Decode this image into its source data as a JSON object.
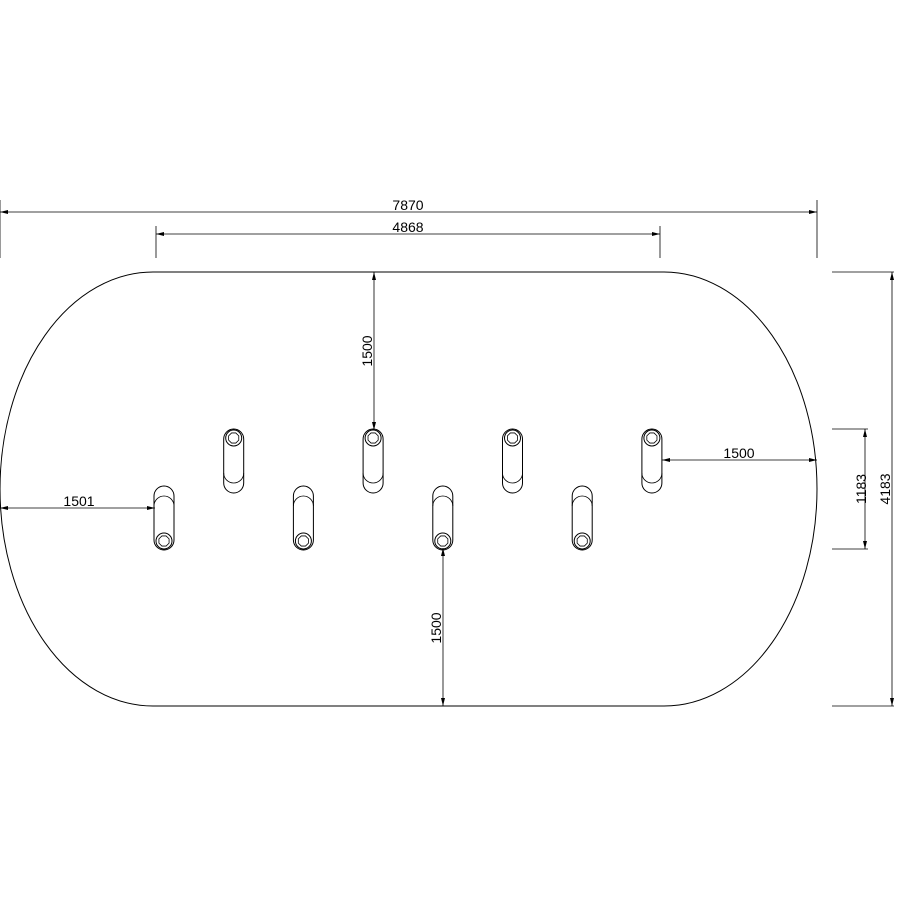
{
  "dimensions": {
    "overall_width": "7870",
    "inner_width": "4868",
    "overall_height": "4183",
    "post_rows_spacing": "1183",
    "top_offset": "1500",
    "bottom_offset": "1500",
    "left_offset": "1501",
    "right_offset": "1500"
  },
  "posts": {
    "count": 8,
    "orientation_pattern": [
      "bottom",
      "top",
      "bottom",
      "top",
      "bottom",
      "top",
      "bottom",
      "top"
    ]
  }
}
